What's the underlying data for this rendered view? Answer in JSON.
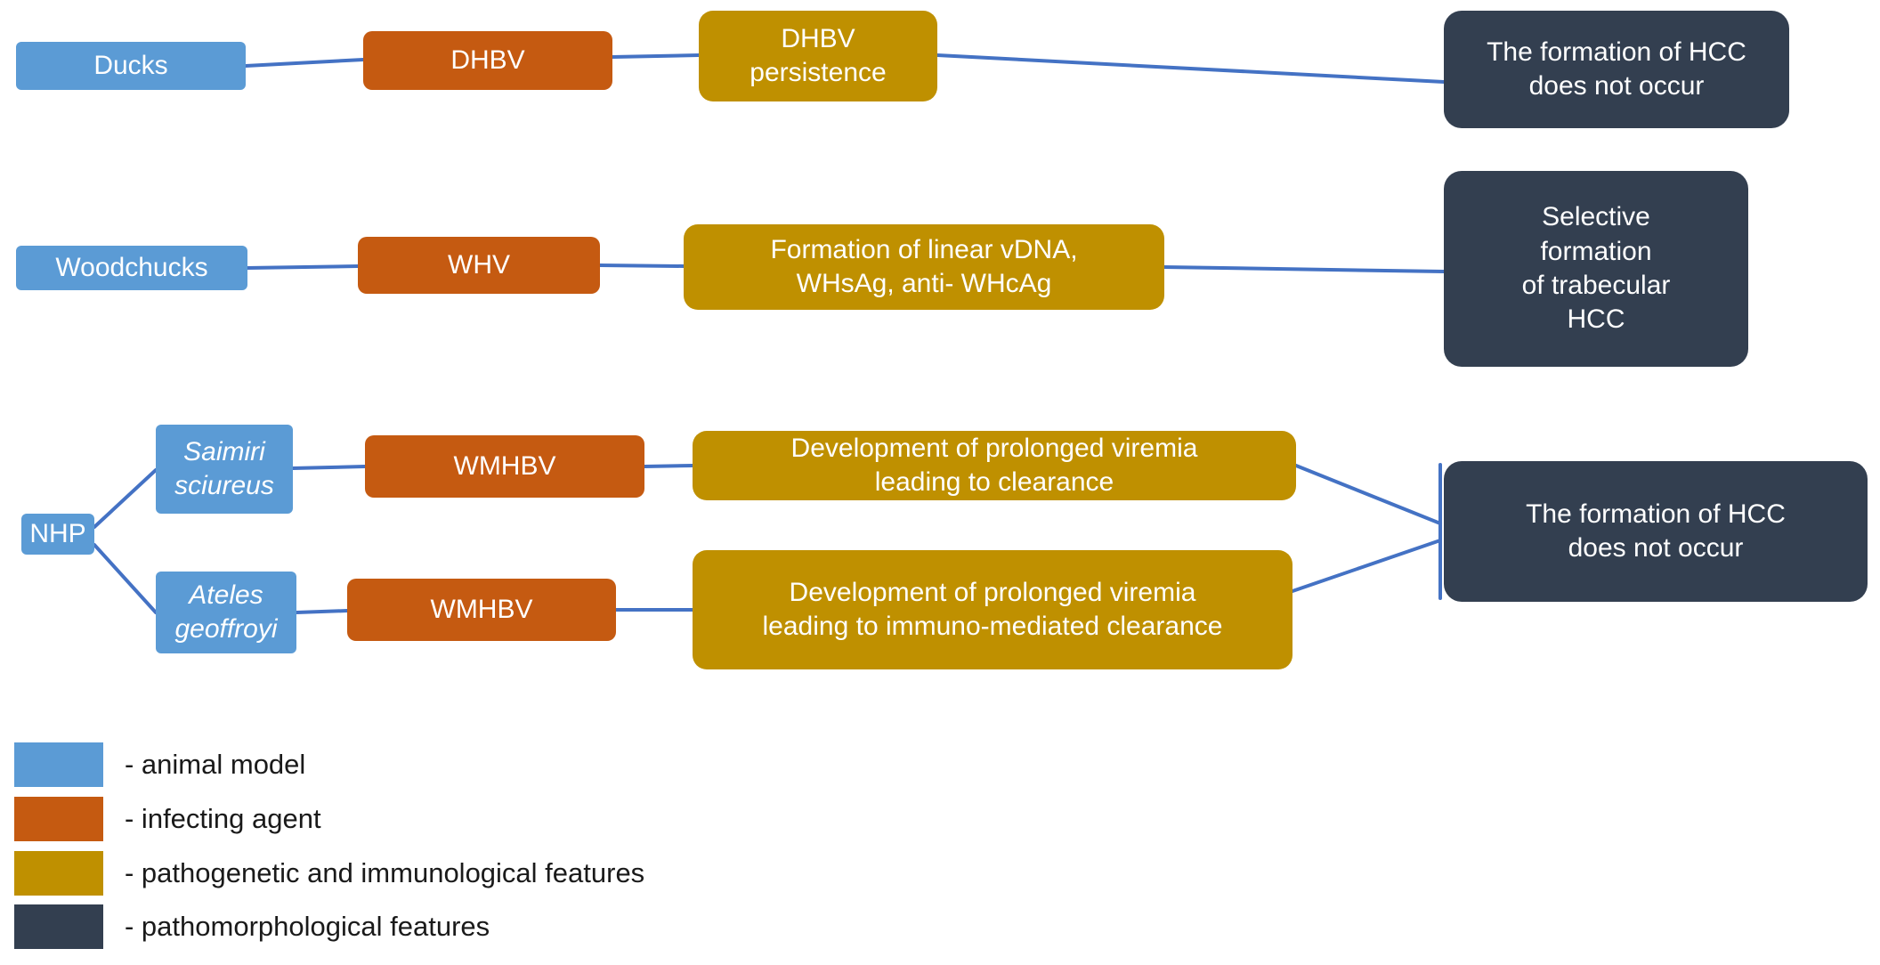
{
  "colors": {
    "animal_model": "#5B9BD5",
    "infecting_agent": "#C55A11",
    "pathogenetic_features": "#BF9000",
    "pathomorphological_features": "#333F50",
    "connector": "#4472C4"
  },
  "rows": {
    "ducks": {
      "model": "Ducks",
      "agent": "DHBV",
      "features": "DHBV\npersistence",
      "outcome": "The formation of HCC\ndoes not occur"
    },
    "woodchucks": {
      "model": "Woodchucks",
      "agent": "WHV",
      "features": "Formation of linear vDNA,\nWHsAg, anti- WHcAg",
      "outcome": "Selective\nformation\nof trabecular\nHCC"
    },
    "nhp": {
      "model": "NHP",
      "branch1": {
        "model": "Saimiri\nsciureus",
        "agent": "WMHBV",
        "features": "Development of prolonged viremia\nleading to clearance"
      },
      "branch2": {
        "model": "Ateles\ngeoffroyi",
        "agent": "WMHBV",
        "features": "Development of prolonged viremia\nleading to  immuno-mediated clearance"
      },
      "outcome": "The formation of HCC\ndoes not occur"
    }
  },
  "legend": {
    "items": [
      {
        "swatch": "animal-model",
        "label": "- animal model"
      },
      {
        "swatch": "infecting-agent",
        "label": "- infecting agent"
      },
      {
        "swatch": "pathogenetic-features",
        "label": "- pathogenetic and immunological features"
      },
      {
        "swatch": "pathomorphological-features",
        "label": "- pathomorphological features"
      }
    ]
  }
}
